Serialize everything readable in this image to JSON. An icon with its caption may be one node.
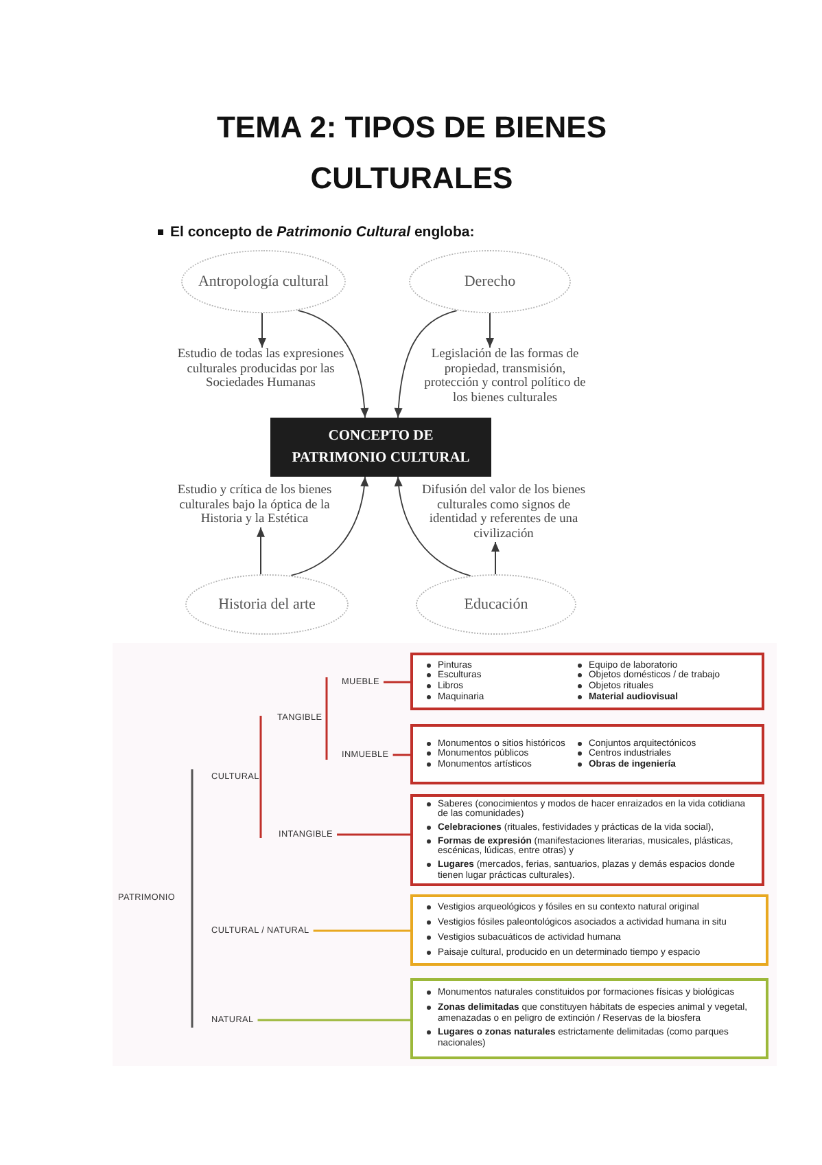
{
  "diagram": {
    "title": "TEMA 2: TIPOS DE BIENES CULTURALES",
    "nodes": [
      {
        "text": [
          "Antropología cultural"
        ]
      },
      {
        "text": [
          "Derecho"
        ]
      },
      {
        "text": [
          "Estudio de todas las expresiones culturales producidas por las Sociedades Humanas"
        ]
      },
      {
        "text": [
          "Legislación de las formas de propiedad, transmisión, protección y control político de los bienes culturales"
        ]
      },
      {
        "text": [
          "CONCEPTO DE PATRIMONIO CULTURAL"
        ]
      },
      {
        "text": [
          "Estudio y crítica de los bienes culturales bajo la óptica de la Historia y la Estética"
        ]
      },
      {
        "text": [
          "Difusión del valor de los bienes culturales como signos de identidad y referentes de una civilización"
        ]
      },
      {
        "text": [
          "Historia del arte"
        ]
      },
      {
        "text": [
          "Educación"
        ]
      },
      {
        "text": [
          "PATRIMONIO"
        ]
      },
      {
        "text": [
          "CULTURAL"
        ]
      },
      {
        "text": [
          "TANGIBLE"
        ]
      },
      {
        "text": [
          "MUEBLE"
        ]
      },
      {
        "text": [
          "Pinturas",
          "Esculturas",
          "Libros",
          "Maquinaria",
          "Equipo de laboratorio",
          "Objetos domésticos / de trabajo",
          "Objetos rituales",
          "Material audiovisual"
        ]
      },
      {
        "text": [
          "INMUEBLE"
        ]
      },
      {
        "text": [
          "Monumentos o sitios históricos",
          "Monumentos públicos",
          "Monumentos artísticos",
          "Conjuntos arquitectónicos",
          "Centros industriales",
          "Obras de ingeniería"
        ]
      },
      {
        "text": [
          "INTANGIBLE"
        ]
      },
      {
        "text": [
          "Saberes (conocimientos y modos de hacer enraizados en la vida cotidiana de las comunidades)",
          "**Celebraciones** (rituales, festividades y prácticas de la vida social),",
          "**Formas de expresión** (manifestaciones literarias, musicales, plásticas, escénicas, lúdicas, entre otras) y",
          "**Lugares** (mercados, ferias, santuarios, plazas y demás espacios donde tienen lugar prácticas culturales)."
        ]
      },
      {
        "text": [
          "CULTURAL / NATURAL"
        ]
      },
      {
        "text": [
          "Vestigios arqueológicos y fósiles en su contexto natural original",
          "Vestigios fósiles paleontológicos asociados a actividad humana in situ",
          "Vestigios subacuáticos de actividad humana",
          "Paisaje cultural, producido en un determinado tiempo y espacio"
        ]
      },
      {
        "text": [
          "NATURAL"
        ]
      },
      {
        "text": [
          "Monumentos naturales constituidos por formaciones físicas y biológicas",
          "**Zonas delimitadas** que constituyen hábitats de especies animal y vegetal, amenazadas o en peligro de extinción / Reservas de la biosfera",
          "**Lugares o zonas naturales** estrictamente delimitadas (como parques nacionales)"
        ]
      }
    ],
    "edges": [
      {
        "from": 0,
        "to": 2,
        "arrow": "to"
      },
      {
        "from": 0,
        "to": 4,
        "arrow": "to"
      },
      {
        "from": 1,
        "to": 3,
        "arrow": "to"
      },
      {
        "from": 1,
        "to": 4,
        "arrow": "to"
      },
      {
        "from": 7,
        "to": 5,
        "arrow": "to"
      },
      {
        "from": 7,
        "to": 4,
        "arrow": "to"
      },
      {
        "from": 8,
        "to": 6,
        "arrow": "to"
      },
      {
        "from": 8,
        "to": 4,
        "arrow": "to"
      },
      {
        "from": 12,
        "to": 13,
        "arrow": "none",
        "color": "#c0302a"
      },
      {
        "from": 14,
        "to": 15,
        "arrow": "none",
        "color": "#c0302a"
      },
      {
        "from": 16,
        "to": 17,
        "arrow": "none",
        "color": "#c0302a"
      },
      {
        "from": 18,
        "to": 19,
        "arrow": "none",
        "color": "#e8a820"
      },
      {
        "from": 20,
        "to": 21,
        "arrow": "none",
        "color": "#9cb83a"
      }
    ],
    "labels": [
      "El concepto de *Patrimonio Cultural* engloba:"
    ]
  }
}
